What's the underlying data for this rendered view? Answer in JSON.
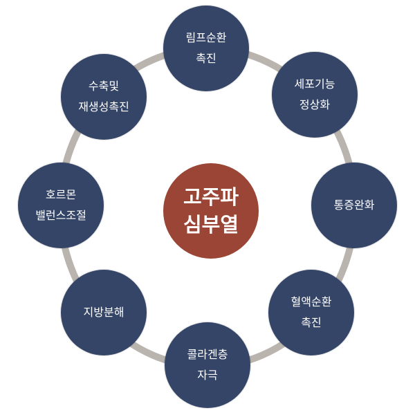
{
  "center": {
    "line1": "고주파",
    "line2": "심부열"
  },
  "nodes": [
    {
      "line1": "림프순환",
      "line2": "촉진"
    },
    {
      "line1": "세포기능",
      "line2": "정상화"
    },
    {
      "line1": "통증완화",
      "line2": ""
    },
    {
      "line1": "혈액순환",
      "line2": "촉진"
    },
    {
      "line1": "콜라겐층",
      "line2": "자극"
    },
    {
      "line1": "지방분해",
      "line2": ""
    },
    {
      "line1": "호르몬",
      "line2": "밸런스조절"
    },
    {
      "line1": "수축및",
      "line2": "재생성촉진"
    }
  ],
  "colors": {
    "node": "#354568",
    "center": "#9a4535",
    "ring": "#bab4af"
  }
}
